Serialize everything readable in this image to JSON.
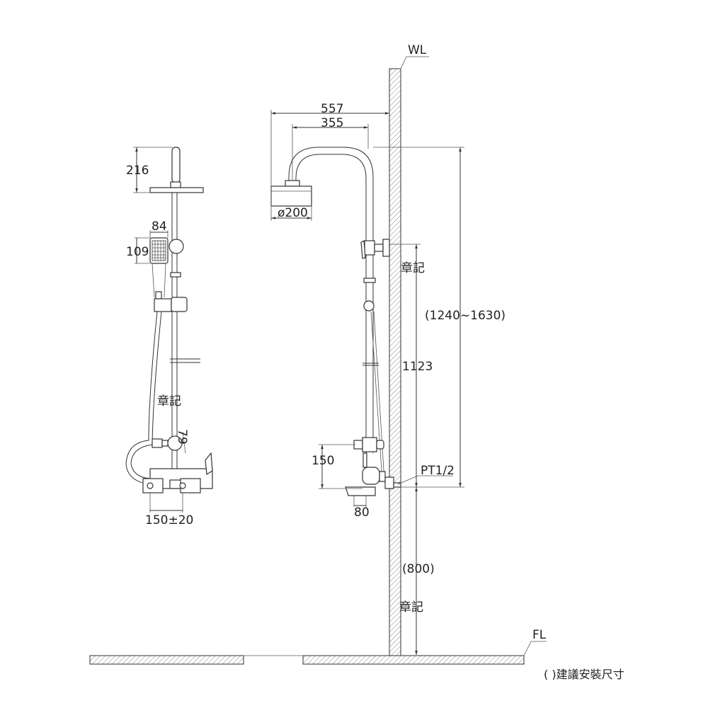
{
  "labels": {
    "wall": "WL",
    "floor": "FL",
    "stamp": "章記",
    "footnote": "( )建議安裝尺寸",
    "connection": "PT1/2"
  },
  "front_view": {
    "head_height": "216",
    "handheld_width": "84",
    "handheld_height": "109",
    "knob_dim": "79",
    "inlet_spacing": "150±20"
  },
  "side_view": {
    "arm_reach": "557",
    "arm_center": "355",
    "head_diameter": "ø200",
    "install_height_range": "(1240~1630)",
    "rail_height": "1123",
    "mixer_offset": "150",
    "spout_projection": "80",
    "mixer_height": "(800)"
  }
}
